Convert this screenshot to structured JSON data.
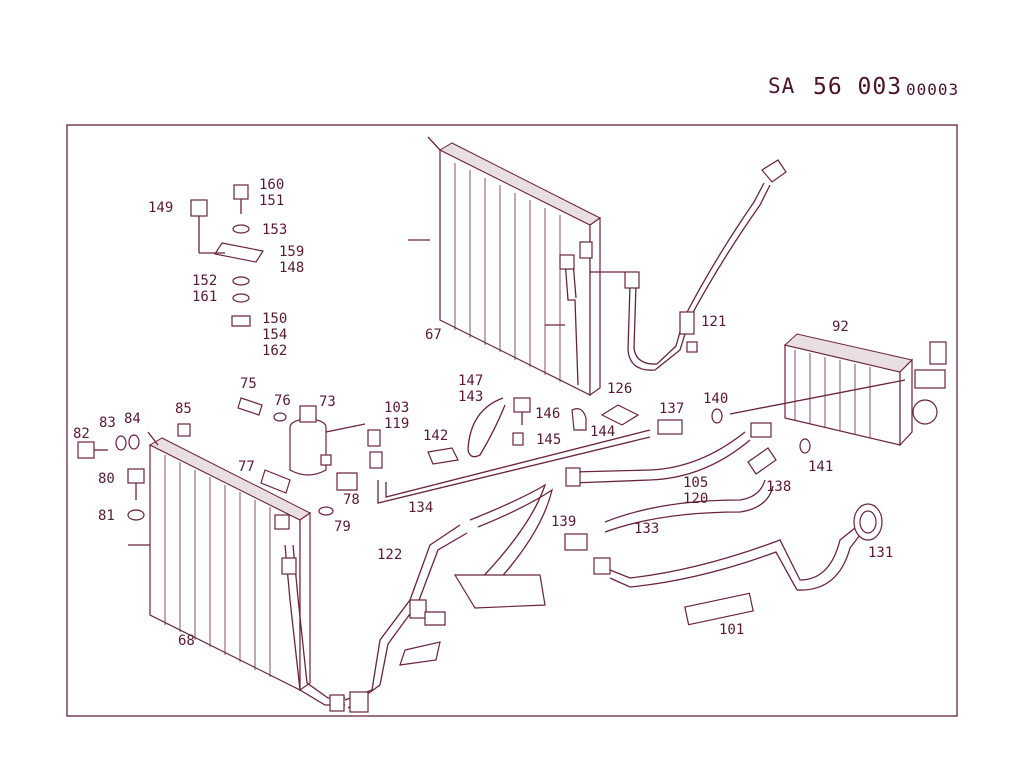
{
  "header": {
    "prefix": "SA",
    "number": "56 003",
    "sub": "00003"
  },
  "labels": [
    {
      "id": "149",
      "text": "149"
    },
    {
      "id": "160_151",
      "text": "160\n151"
    },
    {
      "id": "153",
      "text": "153"
    },
    {
      "id": "159_148",
      "text": "159\n148"
    },
    {
      "id": "152_161",
      "text": "152\n161"
    },
    {
      "id": "150_154_162",
      "text": "150\n154\n162"
    },
    {
      "id": "67",
      "text": "67"
    },
    {
      "id": "121",
      "text": "121"
    },
    {
      "id": "92",
      "text": "92"
    },
    {
      "id": "75",
      "text": "75"
    },
    {
      "id": "76",
      "text": "76"
    },
    {
      "id": "73",
      "text": "73"
    },
    {
      "id": "103_119",
      "text": "103\n119"
    },
    {
      "id": "147_143",
      "text": "147\n143"
    },
    {
      "id": "146",
      "text": "146"
    },
    {
      "id": "126",
      "text": "126"
    },
    {
      "id": "137",
      "text": "137"
    },
    {
      "id": "140",
      "text": "140"
    },
    {
      "id": "82",
      "text": "82"
    },
    {
      "id": "83",
      "text": "83"
    },
    {
      "id": "84",
      "text": "84"
    },
    {
      "id": "85",
      "text": "85"
    },
    {
      "id": "142",
      "text": "142"
    },
    {
      "id": "145",
      "text": "145"
    },
    {
      "id": "144",
      "text": "144"
    },
    {
      "id": "77",
      "text": "77"
    },
    {
      "id": "80",
      "text": "80"
    },
    {
      "id": "78",
      "text": "78"
    },
    {
      "id": "79",
      "text": "79"
    },
    {
      "id": "134",
      "text": "134"
    },
    {
      "id": "141",
      "text": "141"
    },
    {
      "id": "105_120",
      "text": "105\n120"
    },
    {
      "id": "138",
      "text": "138"
    },
    {
      "id": "81",
      "text": "81"
    },
    {
      "id": "139",
      "text": "139"
    },
    {
      "id": "133",
      "text": "133"
    },
    {
      "id": "131",
      "text": "131"
    },
    {
      "id": "122",
      "text": "122"
    },
    {
      "id": "68",
      "text": "68"
    },
    {
      "id": "101",
      "text": "101"
    }
  ]
}
